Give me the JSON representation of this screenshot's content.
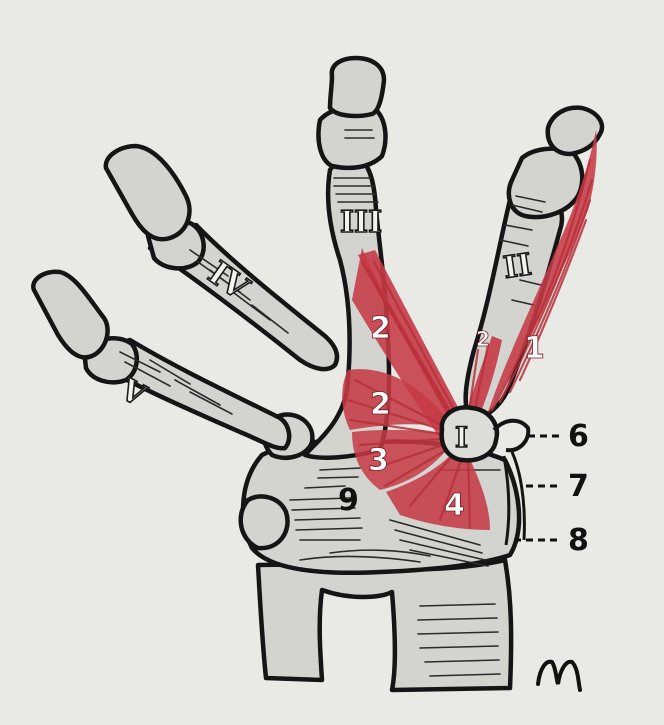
{
  "muscle_labels": {
    "m1": "1",
    "m2_upper": "2",
    "m2_small": "2",
    "m2_lower": "2",
    "m3": "3",
    "m4": "4",
    "m9": "9"
  },
  "metacarpal_numerals": {
    "I": "I",
    "II": "II",
    "III": "III",
    "IV": "IV",
    "V": "V"
  },
  "callouts": [
    "6",
    "7",
    "8"
  ],
  "signature": "M",
  "colors": {
    "background": "#e9e9e6",
    "bone": "#d3d4d0",
    "muscle": "#c53a45",
    "outline": "#151515"
  }
}
